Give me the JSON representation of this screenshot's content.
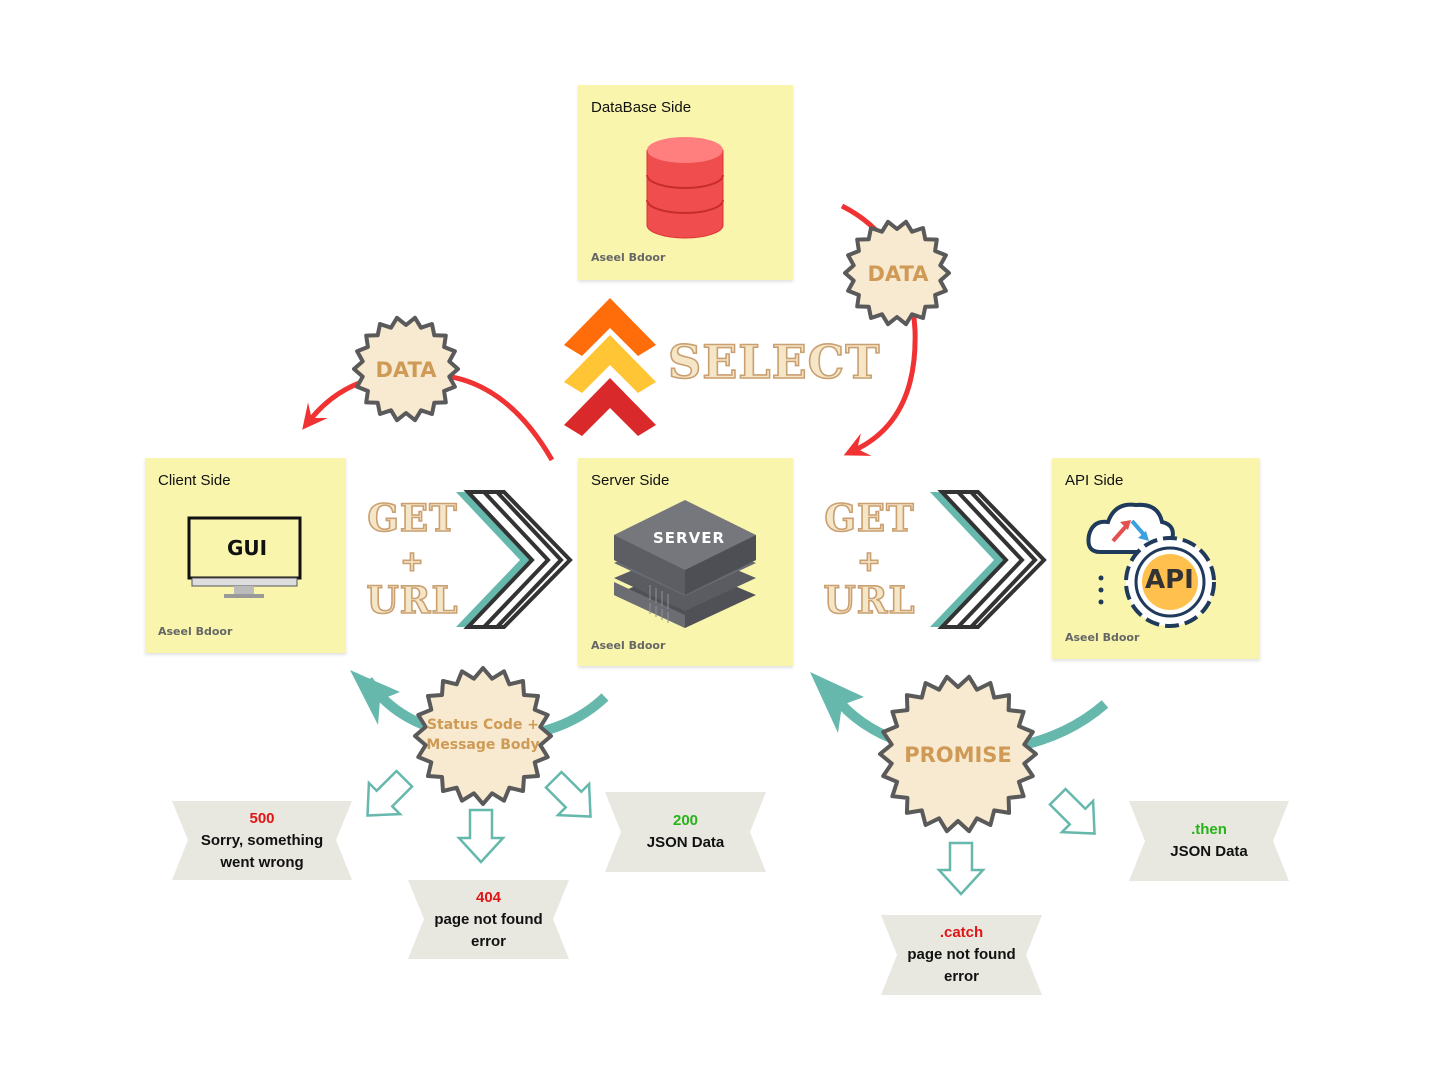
{
  "notes": {
    "database": {
      "title": "DataBase Side",
      "author": "Aseel Bdoor"
    },
    "client": {
      "title": "Client Side",
      "author": "Aseel Bdoor",
      "screen_label": "GUI"
    },
    "server": {
      "title": "Server Side",
      "author": "Aseel Bdoor",
      "server_label": "SERVER"
    },
    "api": {
      "title": "API Side",
      "author": "Aseel Bdoor",
      "api_label": "API"
    }
  },
  "badges": {
    "data_right": "DATA",
    "data_left": "DATA",
    "status_line1": "Status Code +",
    "status_line2": "Message Body",
    "promise": "PROMISE"
  },
  "labels": {
    "select": "SELECT",
    "get1": "GET",
    "plus1": "+",
    "url1": "URL",
    "get2": "GET",
    "plus2": "+",
    "url2": "URL"
  },
  "responses": {
    "r500": {
      "code": "500",
      "line1": "Sorry, something",
      "line2": "went wrong"
    },
    "r404": {
      "code": "404",
      "line1": "page not found",
      "line2": "error"
    },
    "r200": {
      "code": "200",
      "line1": "JSON Data"
    },
    "catch": {
      "code": ".catch",
      "line1": "page not found",
      "line2": "error"
    },
    "then": {
      "code": ".then",
      "line1": "JSON Data"
    }
  },
  "icons": [
    "database-icon",
    "monitor-icon",
    "server-icon",
    "cloud-sync-icon",
    "api-gear-icon",
    "chevron-up-icon",
    "chevron-right-icon",
    "arrow-down-outline-icon",
    "curved-arrow-icon"
  ],
  "colors": {
    "note": "#f9f5ad",
    "red_arrow": "#f03232",
    "teal_arrow": "#66b8ad",
    "badge_fill": "#f8ead0",
    "badge_stroke": "#5a5a5a",
    "badge_text": "#cf9a55",
    "ribbon": "#e8e8e1",
    "code_red": "#e01515",
    "code_green": "#27b418"
  }
}
